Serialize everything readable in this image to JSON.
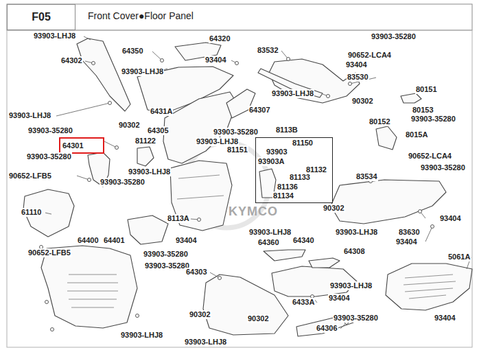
{
  "diagram": {
    "title": "Front Cover●Floor Panel",
    "nodes": [
      {
        "text": [
          "F05"
        ]
      },
      {
        "text": [
          "64301"
        ]
      },
      {
        "text": [
          "8113B",
          "81150",
          "93903",
          "93903A",
          "81132",
          "81133",
          "81136",
          "81134"
        ]
      }
    ],
    "labels": [
      "93903-LHJ8",
      "64350",
      "64320",
      "93903-35280",
      "64302",
      "93404",
      "83532",
      "90652-LCA4",
      "93404",
      "93903-LHJ8",
      "83530",
      "93903-LHJ8",
      "80151",
      "90302",
      "6431A",
      "64307",
      "93903-LHJ8",
      "80153",
      "93903-35280",
      "90302",
      "64305",
      "93903-35280",
      "93903-35280",
      "80152",
      "8015A",
      "81122",
      "93903-LHJ8",
      "81151",
      "93903-35280",
      "90652-LCA4",
      "93903-35280",
      "93903-LHJ8",
      "90652-LFB5",
      "83534",
      "93903-35280",
      "90302",
      "61110",
      "8113A",
      "93404",
      "93903-LHJ8",
      "93903-LHJ8",
      "83630",
      "64400",
      "64401",
      "93404",
      "64360",
      "64340",
      "93404",
      "90652-LFB5",
      "64308",
      "93903-35280",
      "5061A",
      "93903-35280",
      "64303",
      "93903-LHJ8",
      "93404",
      "6433A",
      "90302",
      "93903-35280",
      "93404",
      "90302",
      "64306",
      "93903-LHJ8",
      "93903-LHJ8",
      "KYMCO"
    ]
  }
}
